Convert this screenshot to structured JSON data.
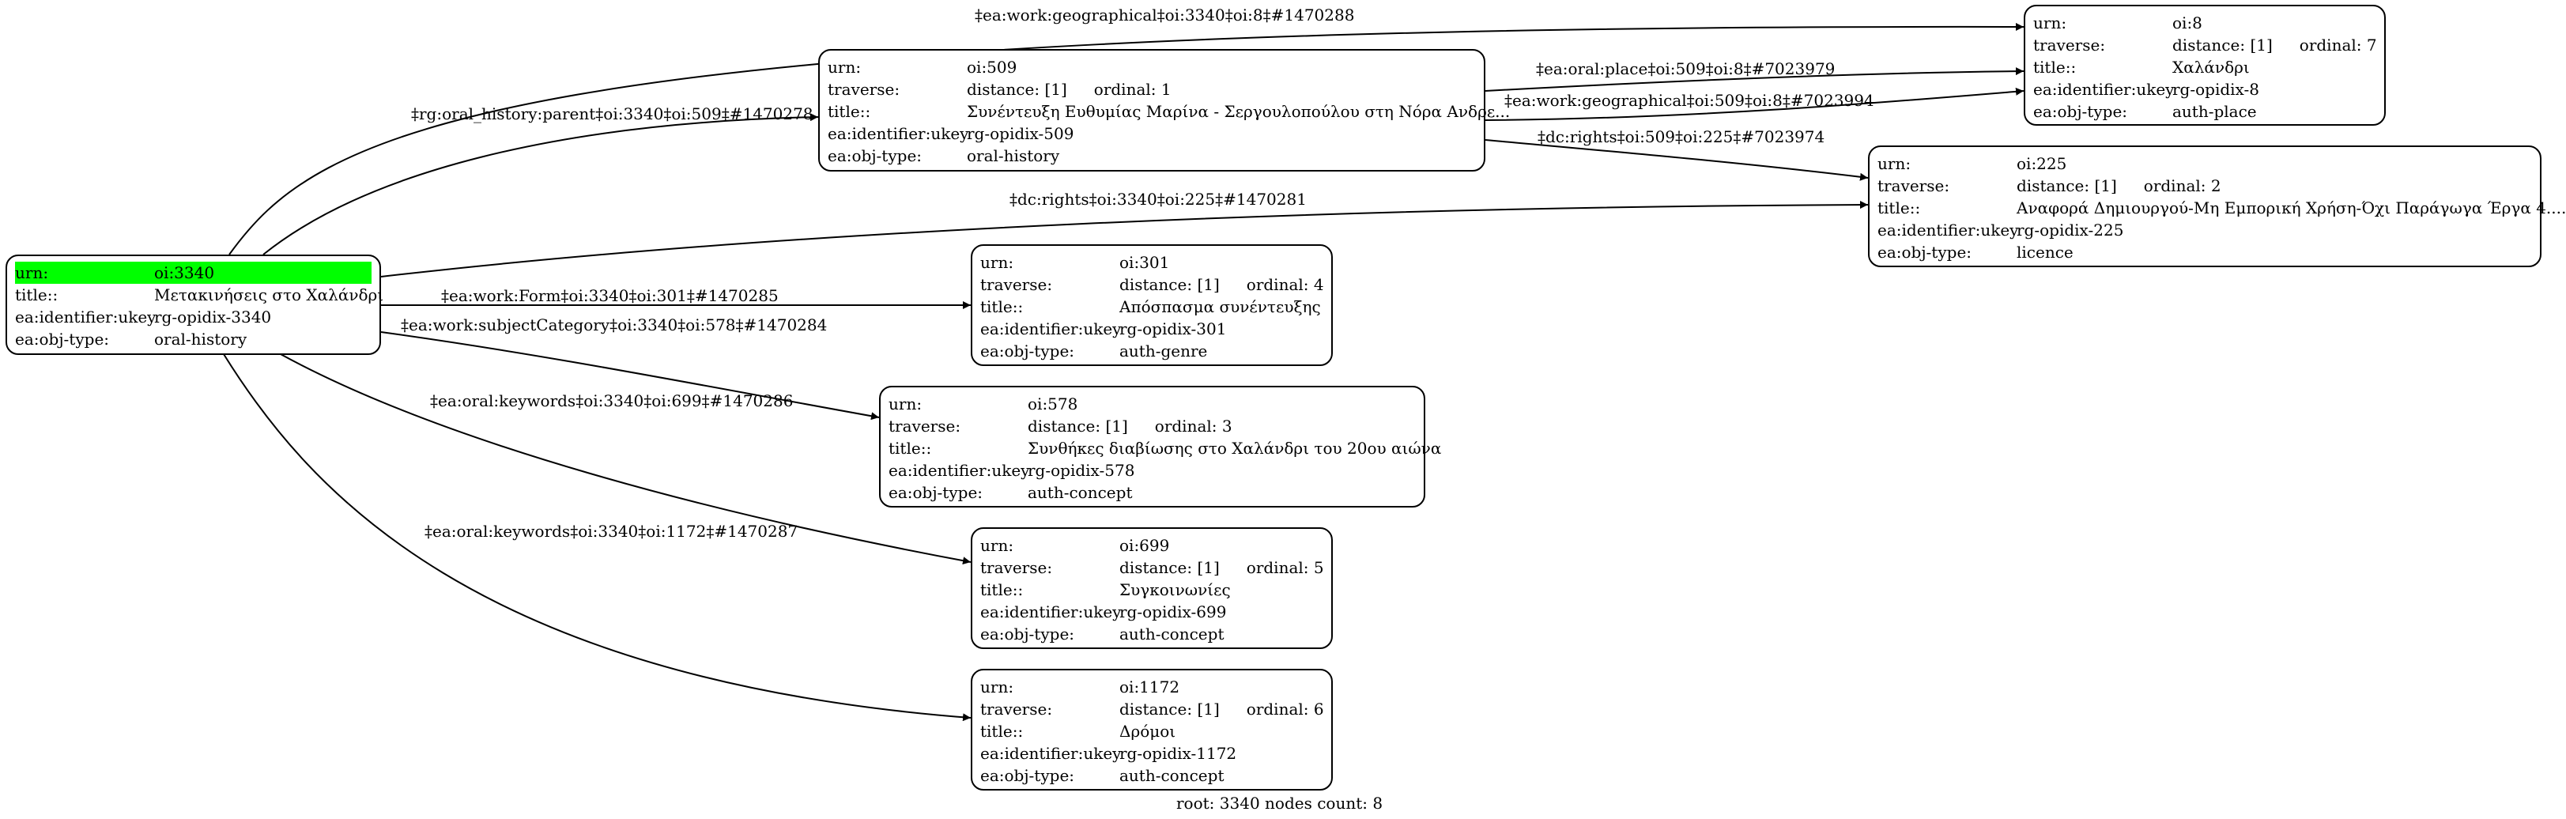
{
  "nodes": {
    "root": {
      "rows": [
        {
          "k": "urn:",
          "v": "oi:3340"
        },
        {
          "k": "title::",
          "v": "Μετακινήσεις στο Χαλάνδρι"
        },
        {
          "k": "ea:identifier:ukey",
          "v": "rg-opidix-3340"
        },
        {
          "k": "ea:obj-type:",
          "v": "oral-history"
        }
      ]
    },
    "n509": {
      "rows": [
        {
          "k": "urn:",
          "v": "oi:509"
        },
        {
          "k": "traverse:",
          "v": "distance: [1]",
          "v2": "ordinal: 1"
        },
        {
          "k": "title::",
          "v": "Συνέντευξη Ευθυμίας Μαρίνα - Σεργουλοπούλου στη Νόρα Ανδρε..."
        },
        {
          "k": "ea:identifier:ukey",
          "v": "rg-opidix-509"
        },
        {
          "k": "ea:obj-type:",
          "v": "oral-history"
        }
      ]
    },
    "n8": {
      "rows": [
        {
          "k": "urn:",
          "v": "oi:8"
        },
        {
          "k": "traverse:",
          "v": "distance: [1]",
          "v2": "ordinal: 7"
        },
        {
          "k": "title::",
          "v": "Χαλάνδρι"
        },
        {
          "k": "ea:identifier:ukey",
          "v": "rg-opidix-8"
        },
        {
          "k": "ea:obj-type:",
          "v": "auth-place"
        }
      ]
    },
    "n225": {
      "rows": [
        {
          "k": "urn:",
          "v": "oi:225"
        },
        {
          "k": "traverse:",
          "v": "distance: [1]",
          "v2": "ordinal: 2"
        },
        {
          "k": "title::",
          "v": "Αναφορά Δημιουργού-Μη Εμπορική Χρήση-Όχι Παράγωγα Έργα 4...."
        },
        {
          "k": "ea:identifier:ukey",
          "v": "rg-opidix-225"
        },
        {
          "k": "ea:obj-type:",
          "v": "licence"
        }
      ]
    },
    "n301": {
      "rows": [
        {
          "k": "urn:",
          "v": "oi:301"
        },
        {
          "k": "traverse:",
          "v": "distance: [1]",
          "v2": "ordinal: 4"
        },
        {
          "k": "title::",
          "v": "Απόσπασμα συνέντευξης"
        },
        {
          "k": "ea:identifier:ukey",
          "v": "rg-opidix-301"
        },
        {
          "k": "ea:obj-type:",
          "v": "auth-genre"
        }
      ]
    },
    "n578": {
      "rows": [
        {
          "k": "urn:",
          "v": "oi:578"
        },
        {
          "k": "traverse:",
          "v": "distance: [1]",
          "v2": "ordinal: 3"
        },
        {
          "k": "title::",
          "v": "Συνθήκες διαβίωσης στο Χαλάνδρι του 20ου αιώνα"
        },
        {
          "k": "ea:identifier:ukey",
          "v": "rg-opidix-578"
        },
        {
          "k": "ea:obj-type:",
          "v": "auth-concept"
        }
      ]
    },
    "n699": {
      "rows": [
        {
          "k": "urn:",
          "v": "oi:699"
        },
        {
          "k": "traverse:",
          "v": "distance: [1]",
          "v2": "ordinal: 5"
        },
        {
          "k": "title::",
          "v": "Συγκοινωνίες"
        },
        {
          "k": "ea:identifier:ukey",
          "v": "rg-opidix-699"
        },
        {
          "k": "ea:obj-type:",
          "v": "auth-concept"
        }
      ]
    },
    "n1172": {
      "rows": [
        {
          "k": "urn:",
          "v": "oi:1172"
        },
        {
          "k": "traverse:",
          "v": "distance: [1]",
          "v2": "ordinal: 6"
        },
        {
          "k": "title::",
          "v": "Δρόμοι"
        },
        {
          "k": "ea:identifier:ukey",
          "v": "rg-opidix-1172"
        },
        {
          "k": "ea:obj-type:",
          "v": "auth-concept"
        }
      ]
    }
  },
  "edges": [
    {
      "id": "e1",
      "from": "root",
      "to": "n8",
      "label": "‡ea:work:geographical‡oi:3340‡oi:8‡#1470288"
    },
    {
      "id": "e2",
      "from": "root",
      "to": "n509",
      "label": "‡rg:oral_history:parent‡oi:3340‡oi:509‡#1470278"
    },
    {
      "id": "e3",
      "from": "n509",
      "to": "n8",
      "label": "‡ea:oral:place‡oi:509‡oi:8‡#7023979"
    },
    {
      "id": "e4",
      "from": "n509",
      "to": "n8",
      "label": "‡ea:work:geographical‡oi:509‡oi:8‡#7023994"
    },
    {
      "id": "e5",
      "from": "n509",
      "to": "n225",
      "label": "‡dc:rights‡oi:509‡oi:225‡#7023974"
    },
    {
      "id": "e6",
      "from": "root",
      "to": "n225",
      "label": "‡dc:rights‡oi:3340‡oi:225‡#1470281"
    },
    {
      "id": "e7",
      "from": "root",
      "to": "n301",
      "label": "‡ea:work:Form‡oi:3340‡oi:301‡#1470285"
    },
    {
      "id": "e8",
      "from": "root",
      "to": "n578",
      "label": "‡ea:work:subjectCategory‡oi:3340‡oi:578‡#1470284"
    },
    {
      "id": "e9",
      "from": "root",
      "to": "n699",
      "label": "‡ea:oral:keywords‡oi:3340‡oi:699‡#1470286"
    },
    {
      "id": "e10",
      "from": "root",
      "to": "n1172",
      "label": "‡ea:oral:keywords‡oi:3340‡oi:1172‡#1470287"
    }
  ],
  "footer": "root: 3340 nodes count: 8",
  "colors": {
    "highlight": "#00ff00",
    "stroke": "#000000"
  }
}
